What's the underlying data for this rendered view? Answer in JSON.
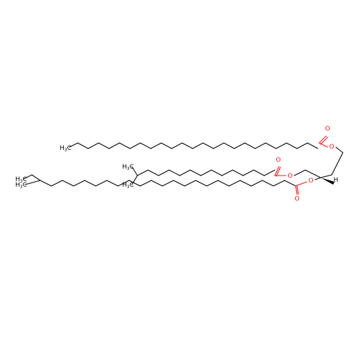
{
  "molecule": {
    "atoms": {
      "ester_o_top": "O",
      "carbonyl_o_top": "O",
      "ester_o_mid": "O",
      "carbonyl_o_mid": "O",
      "ester_o_bot": "O",
      "carbonyl_o_bot": "O",
      "stereo_h": "H"
    },
    "terminals": {
      "top_ch3": {
        "main": "H",
        "sub": "3",
        "tail": "C"
      },
      "mid_ch3_a": {
        "main": "H",
        "sub": "3",
        "tail": "C"
      },
      "mid_ch3_b": {
        "main": "H",
        "sub": "3",
        "tail": "C"
      },
      "bot_ch3_a": {
        "main": "H",
        "sub": "3",
        "tail": "C"
      },
      "bot_ch3_b": {
        "main": "H",
        "sub": "3",
        "tail": "C"
      }
    }
  },
  "colors": {
    "bond": "#000000",
    "oxygen": "#ff0d0d"
  }
}
